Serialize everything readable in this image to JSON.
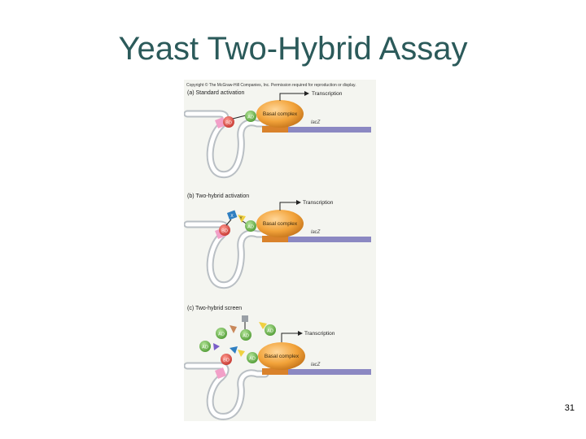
{
  "slide": {
    "title": "Yeast Two-Hybrid Assay",
    "page_number": "31"
  },
  "figure": {
    "copyright": "Copyright © The McGraw-Hill Companies, Inc. Permission required for reproduction or display.",
    "panels": [
      {
        "heading": "(a) Standard activation",
        "basal_label": "Basal complex",
        "transcription_label": "Transcription",
        "gene_label": "lacZ",
        "bd_label": "BD",
        "ad_label": "AD"
      },
      {
        "heading": "(b) Two-hybrid activation",
        "basal_label": "Basal complex",
        "transcription_label": "Transcription",
        "gene_label": "lacZ",
        "bd_label": "BD",
        "ad_label": "AD",
        "x_label": "X",
        "y_label": "Y"
      },
      {
        "heading": "(c) Two-hybrid screen",
        "basal_label": "Basal complex",
        "transcription_label": "Transcription",
        "gene_label": "lacZ",
        "bd_label": "BD",
        "ad_label": "AD"
      }
    ]
  },
  "colors": {
    "title": "#2b5a5a",
    "basal_complex": "#f2a33a",
    "dna_purple": "#8b88c2",
    "promoter": "#d9822b",
    "bd": "#e0524d",
    "ad": "#6ab04c",
    "pink_site": "#f2a0c8"
  }
}
